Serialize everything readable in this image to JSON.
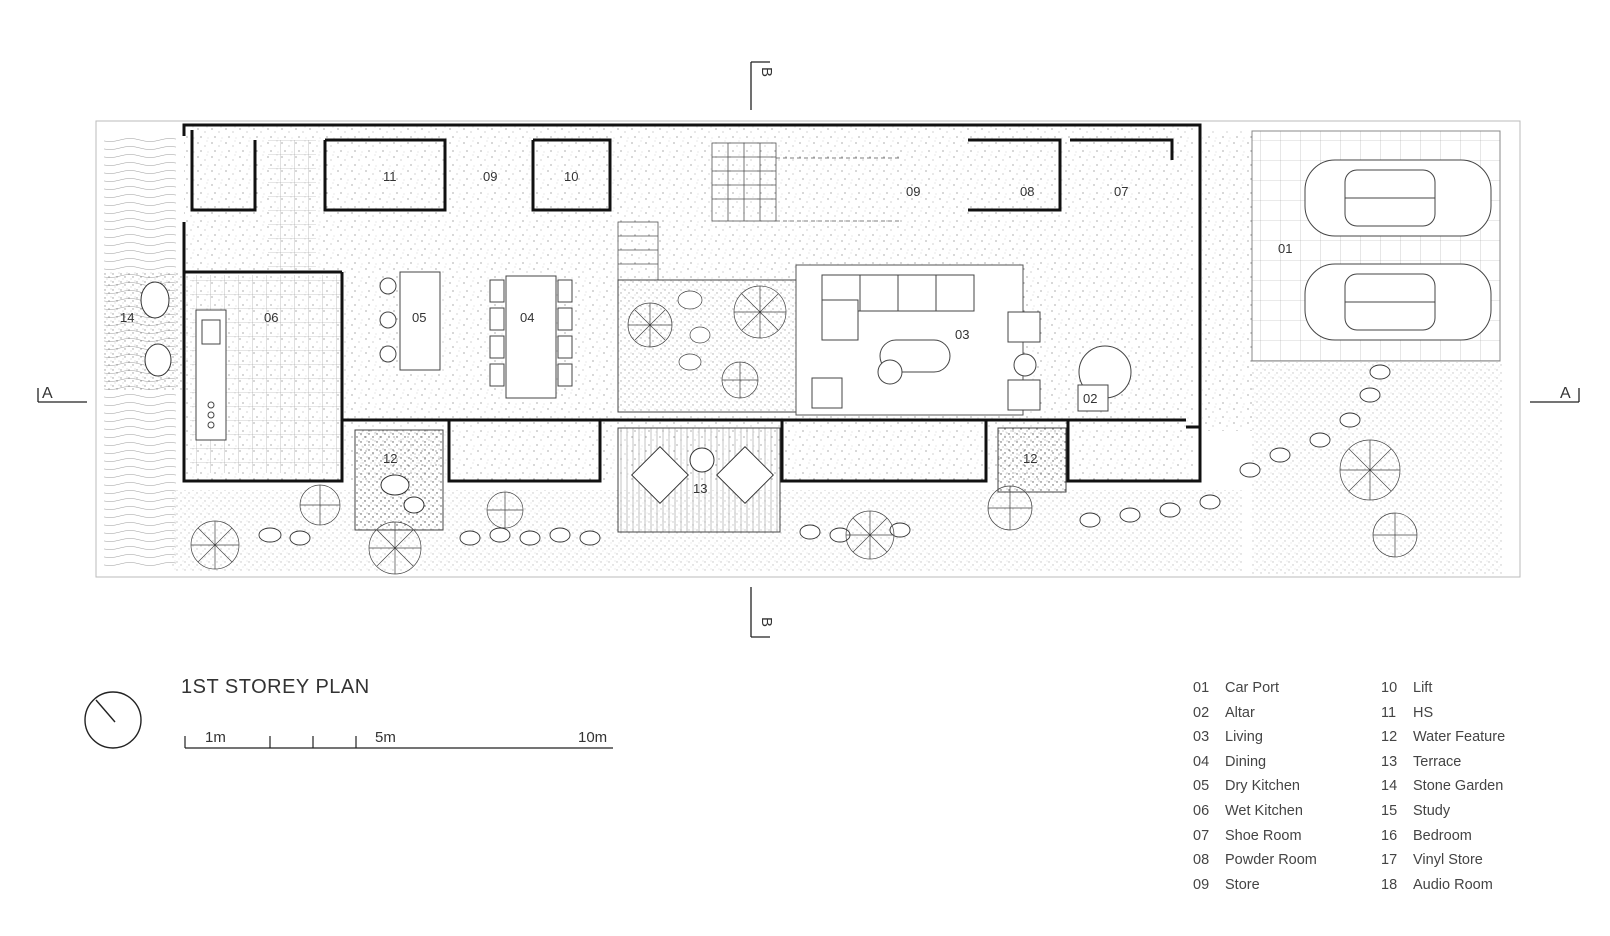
{
  "plan_title": "1ST STOREY PLAN",
  "section_markers": {
    "a": "A",
    "b": "B"
  },
  "scale_bar": {
    "label_1": "1m",
    "label_5": "5m",
    "label_10": "10m"
  },
  "room_labels": {
    "r01": "01",
    "r02": "02",
    "r03": "03",
    "r04": "04",
    "r05": "05",
    "r06": "06",
    "r07": "07",
    "r08": "08",
    "r09a": "09",
    "r09b": "09",
    "r10": "10",
    "r11": "11",
    "r12a": "12",
    "r12b": "12",
    "r13": "13",
    "r14": "14"
  },
  "legend": [
    {
      "num": "01",
      "name": "Car Port"
    },
    {
      "num": "02",
      "name": "Altar"
    },
    {
      "num": "03",
      "name": "Living"
    },
    {
      "num": "04",
      "name": "Dining"
    },
    {
      "num": "05",
      "name": "Dry Kitchen"
    },
    {
      "num": "06",
      "name": "Wet Kitchen"
    },
    {
      "num": "07",
      "name": "Shoe Room"
    },
    {
      "num": "08",
      "name": "Powder Room"
    },
    {
      "num": "09",
      "name": "Store"
    },
    {
      "num": "10",
      "name": "Lift"
    },
    {
      "num": "11",
      "name": "HS"
    },
    {
      "num": "12",
      "name": "Water Feature"
    },
    {
      "num": "13",
      "name": "Terrace"
    },
    {
      "num": "14",
      "name": "Stone Garden"
    },
    {
      "num": "15",
      "name": "Study"
    },
    {
      "num": "16",
      "name": "Bedroom"
    },
    {
      "num": "17",
      "name": "Vinyl Store"
    },
    {
      "num": "18",
      "name": "Audio Room"
    }
  ]
}
